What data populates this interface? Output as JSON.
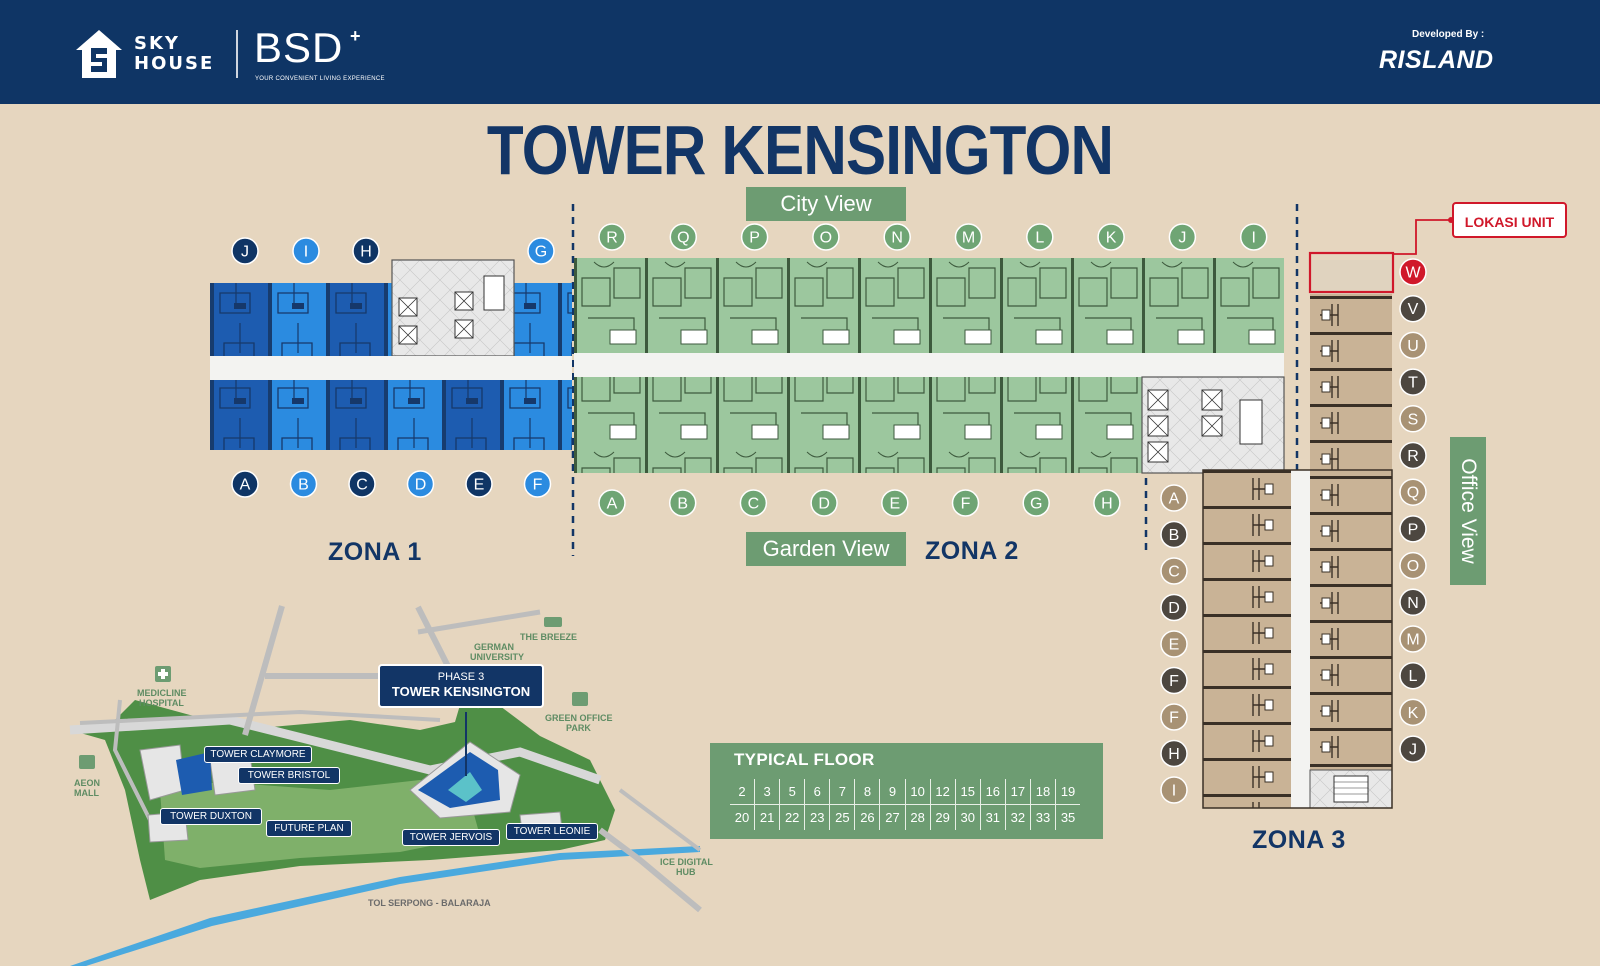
{
  "header": {
    "brand_line1": "SKY",
    "brand_line2": "HOUSE",
    "brand2": "BSD",
    "brand2_sup": "+",
    "brand2_tagline": "YOUR CONVENIENT LIVING EXPERIENCE",
    "developer_label": "Developed By :",
    "developer": "RISLAND"
  },
  "title": "TOWER KENSINGTON",
  "views": {
    "city": "City View",
    "garden": "Garden View",
    "office": "Office View"
  },
  "zones": {
    "zona1": "ZONA 1",
    "zona2": "ZONA 2",
    "zona3": "ZONA 3"
  },
  "lokasi_unit": "LOKASI UNIT",
  "selected_unit": "W",
  "zona1_top_units": [
    "J",
    "I",
    "H",
    "G"
  ],
  "zona1_bottom_units": [
    "A",
    "B",
    "C",
    "D",
    "E",
    "F"
  ],
  "zona2_top_units": [
    "R",
    "Q",
    "P",
    "O",
    "N",
    "M",
    "L",
    "K",
    "J",
    "I"
  ],
  "zona2_bottom_units": [
    "A",
    "B",
    "C",
    "D",
    "E",
    "F",
    "G",
    "H"
  ],
  "zona3_left_units": [
    "A",
    "B",
    "C",
    "D",
    "E",
    "F",
    "F",
    "H",
    "I"
  ],
  "zona3_right_units": [
    "W",
    "V",
    "U",
    "T",
    "S",
    "R",
    "Q",
    "P",
    "O",
    "N",
    "M",
    "L",
    "K",
    "J"
  ],
  "colors": {
    "navy": "#0f3565",
    "zona1_dark": "#1d4f9a",
    "zona1_light": "#2b8be0",
    "zona2": "#9cc79e",
    "zona2_badge": "#6fa574",
    "zona3": "#c9b396",
    "zona3_badge": "#a89274",
    "highlight": "#d0182a"
  },
  "typical_floor": {
    "title": "TYPICAL FLOOR",
    "rows": [
      [
        "2",
        "3",
        "5",
        "6",
        "7",
        "8",
        "9",
        "10",
        "12",
        "15",
        "16",
        "17",
        "18",
        "19"
      ],
      [
        "20",
        "21",
        "22",
        "23",
        "25",
        "26",
        "27",
        "28",
        "29",
        "30",
        "31",
        "32",
        "33",
        "35"
      ]
    ]
  },
  "site_map": {
    "callout_line1": "PHASE 3",
    "callout_line2": "TOWER KENSINGTON",
    "towers": [
      "TOWER CLAYMORE",
      "TOWER BRISTOL",
      "TOWER DUXTON",
      "FUTURE PLAN",
      "TOWER JERVOIS",
      "TOWER LEONIE"
    ],
    "landmarks": {
      "breeze": "THE BREEZE",
      "german1": "GERMAN",
      "german2": "UNIVERSITY",
      "medicline1": "MEDICLINE",
      "medicline2": "HOSPITAL",
      "aeon1": "AEON",
      "aeon2": "MALL",
      "green1": "GREEN OFFICE",
      "green2": "PARK",
      "ice1": "ICE DIGITAL",
      "ice2": "HUB",
      "toll": "TOL SERPONG - BALARAJA"
    }
  }
}
